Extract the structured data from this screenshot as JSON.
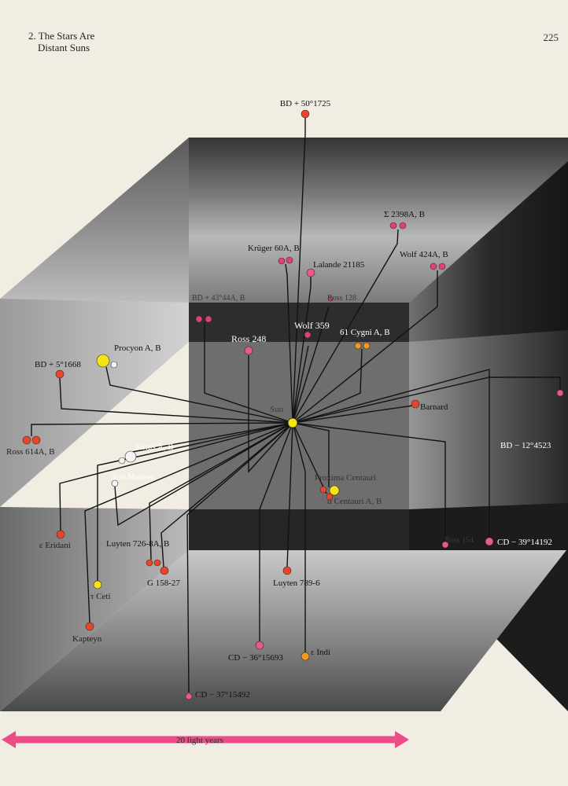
{
  "page": {
    "section_line1": "2. The Stars Are",
    "section_line2": "Distant Suns",
    "page_number": "225"
  },
  "colors": {
    "paper": "#f2ede2",
    "red": "#e8452a",
    "magenta": "#e0407a",
    "pink": "#e65a8e",
    "yellow": "#f6e313",
    "orange": "#f29a1e",
    "white": "#f4f4f4",
    "arrow": "#ec4d88"
  },
  "sun": {
    "label": "Sun"
  },
  "stars": [
    {
      "label": "BD + 50°1725"
    },
    {
      "label": "Σ 2398A, B"
    },
    {
      "label": "Krüger 60A, B"
    },
    {
      "label": "Lalande 21185"
    },
    {
      "label": "Wolf 424A, B"
    },
    {
      "label": "BD + 43°44A, B"
    },
    {
      "label": "Ross 128"
    },
    {
      "label": "Wolf 359"
    },
    {
      "label": "61 Cygni A, B"
    },
    {
      "label": "Ross 248"
    },
    {
      "label": "Procyon A, B"
    },
    {
      "label": "BD + 5°1668"
    },
    {
      "label": "Barnard"
    },
    {
      "label": "Ross 614A, B"
    },
    {
      "label": "Sirius A, B"
    },
    {
      "label": "Van Maanen"
    },
    {
      "label": "BD − 12°4523"
    },
    {
      "label": "Proxima Centauri"
    },
    {
      "label": "α Centauri A, B"
    },
    {
      "label": "ε Eridani"
    },
    {
      "label": "Luyten 726-8A, B"
    },
    {
      "label": "G 158-27"
    },
    {
      "label": "τ Ceti"
    },
    {
      "label": "Kapteyn"
    },
    {
      "label": "CD − 39°14192"
    },
    {
      "label": "Ross 154"
    },
    {
      "label": "Luyten 789-6"
    },
    {
      "label": "CD − 36°15693"
    },
    {
      "label": "ε Indi"
    },
    {
      "label": "CD − 37°15492"
    }
  ],
  "scale_bar": {
    "label": "20 light years"
  }
}
